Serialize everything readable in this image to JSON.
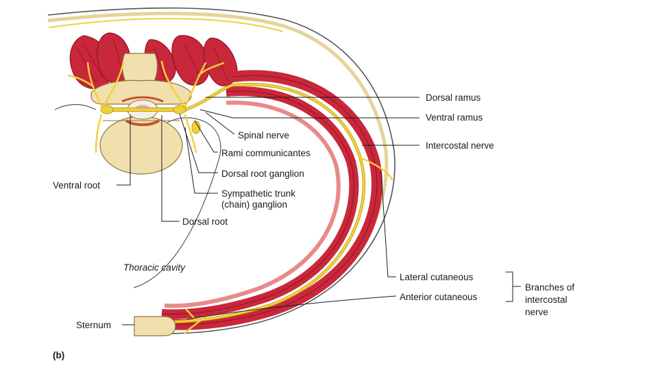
{
  "labels": {
    "dorsal_ramus": "Dorsal ramus",
    "ventral_ramus": "Ventral ramus",
    "intercostal_nerve": "Intercostal nerve",
    "spinal_nerve": "Spinal nerve",
    "rami_communicantes": "Rami communicantes",
    "dorsal_root_ganglion": "Dorsal root ganglion",
    "ventral_root": "Ventral root",
    "sympathetic_trunk_line1": "Sympathetic trunk",
    "sympathetic_trunk_line2": "(chain) ganglion",
    "dorsal_root": "Dorsal root",
    "thoracic_cavity": "Thoracic cavity",
    "lateral_cutaneous": "Lateral cutaneous",
    "anterior_cutaneous": "Anterior cutaneous",
    "branches_line1": "Branches of",
    "branches_line2": "intercostal",
    "branches_line3": "nerve",
    "sternum": "Sternum",
    "panel_letter": "(b)"
  },
  "colors": {
    "muscle": "#c8283a",
    "muscle_dark": "#8e1424",
    "nerve": "#f2d03a",
    "nerve_edge": "#b89a10",
    "bone": "#f1e0ae",
    "bone_edge": "#8a7440",
    "skin": "#e8c8b8"
  }
}
